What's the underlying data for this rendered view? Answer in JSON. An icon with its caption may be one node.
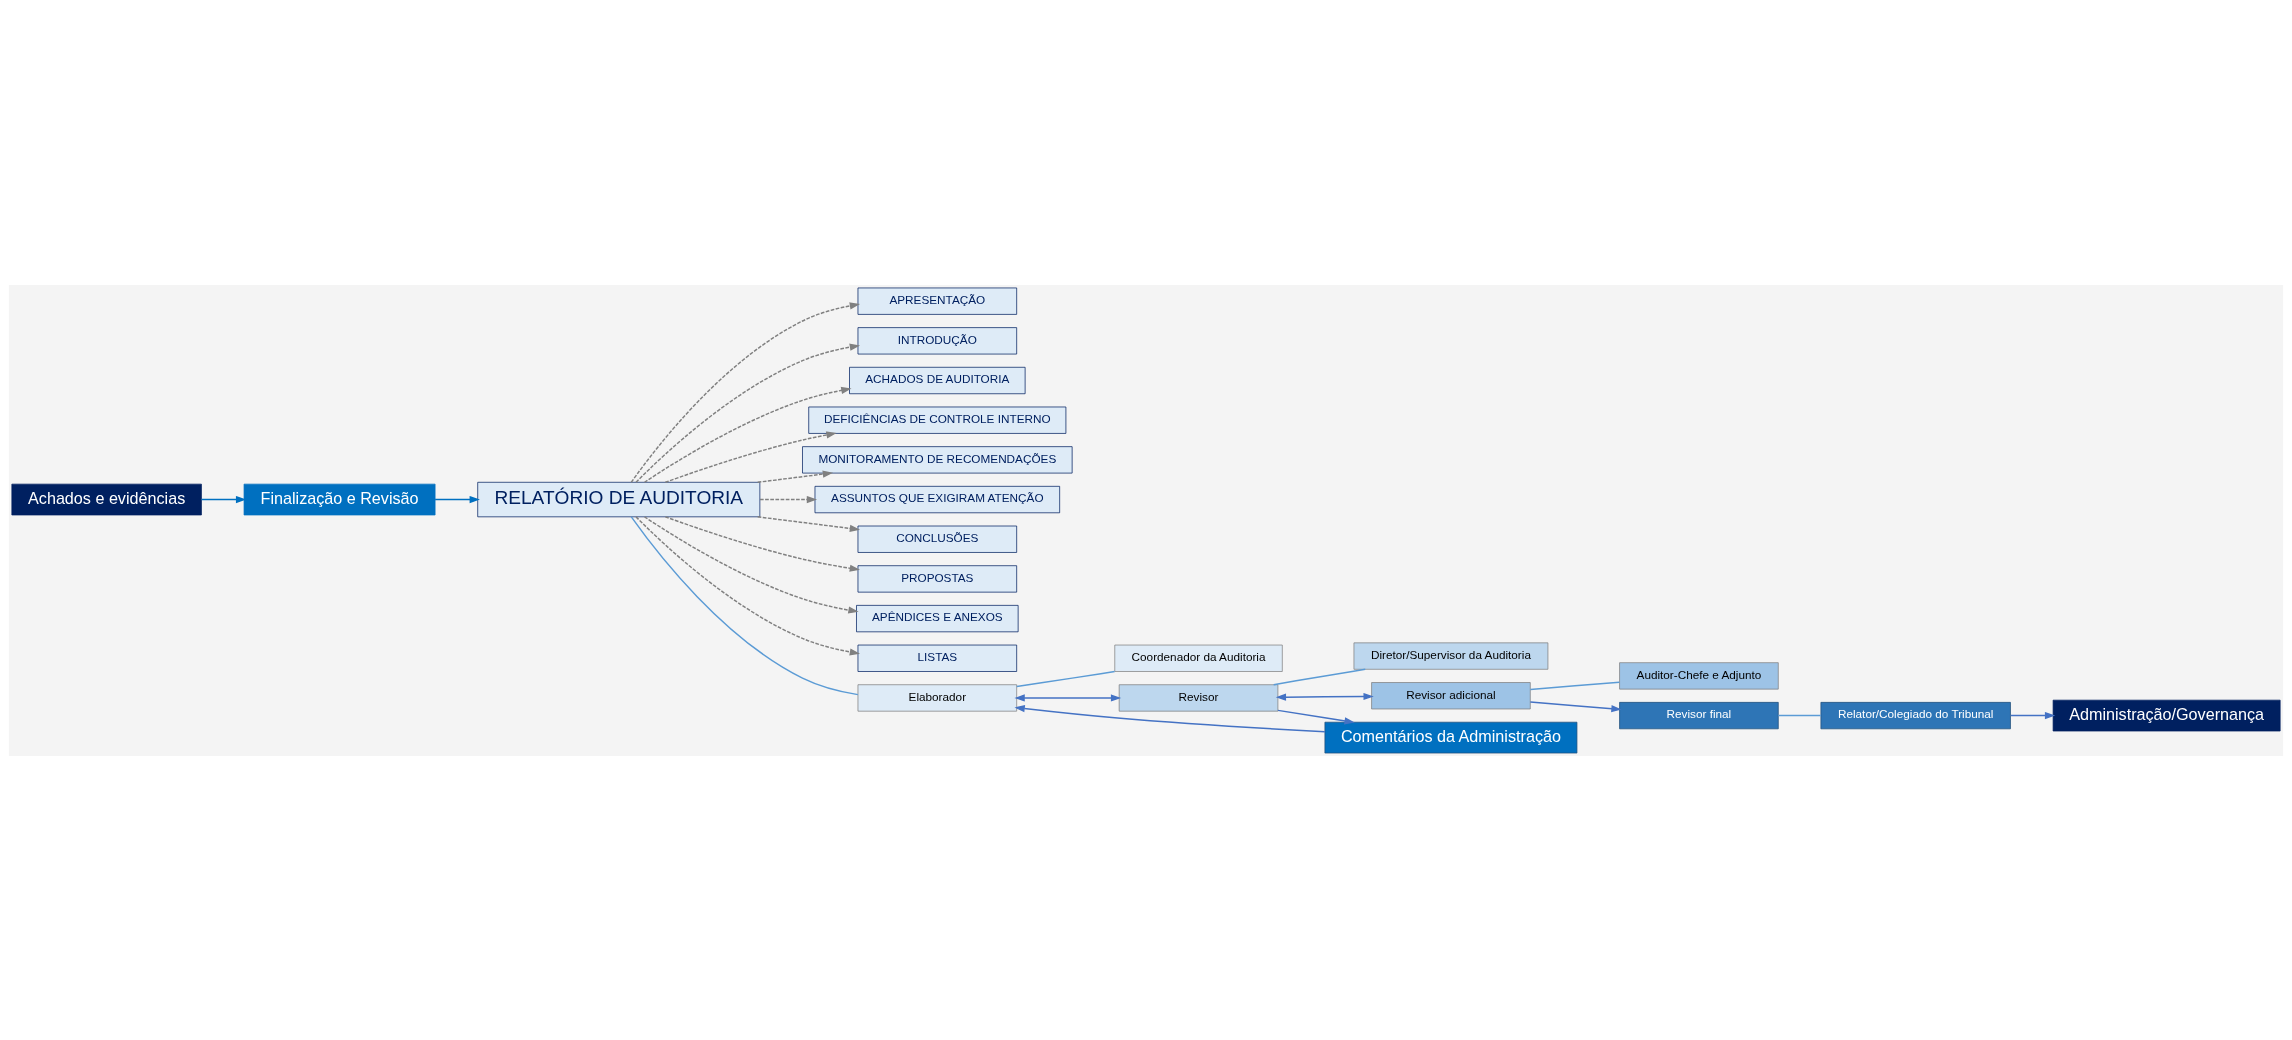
{
  "diagram": {
    "nodes": [
      {
        "text": [
          "RELATÓRIO DE AUDITORIA"
        ]
      },
      {
        "text": [
          "Finalização e Revisão"
        ]
      },
      {
        "text": [
          "Achados e evidências"
        ]
      },
      {
        "text": [
          "APRESENTAÇÃO"
        ]
      },
      {
        "text": [
          "INTRODUÇÃO"
        ]
      },
      {
        "text": [
          "ACHADOS DE AUDITORIA"
        ]
      },
      {
        "text": [
          "DEFICIÊNCIAS DE CONTROLE INTERNO"
        ]
      },
      {
        "text": [
          "MONITORAMENTO DE RECOMENDAÇÕES"
        ]
      },
      {
        "text": [
          "ASSUNTOS QUE EXIGIRAM ATENÇÃO"
        ]
      },
      {
        "text": [
          "CONCLUSÕES"
        ]
      },
      {
        "text": [
          "PROPOSTAS"
        ]
      },
      {
        "text": [
          "APÊNDICES E ANEXOS"
        ]
      },
      {
        "text": [
          "LISTAS"
        ]
      },
      {
        "text": [
          "Elaborador"
        ]
      },
      {
        "text": [
          "Coordenador da Auditoria"
        ]
      },
      {
        "text": [
          "Revisor"
        ]
      },
      {
        "text": [
          "Diretor/Supervisor da Auditoria"
        ]
      },
      {
        "text": [
          "Revisor adicional"
        ]
      },
      {
        "text": [
          "Auditor-Chefe e Adjunto"
        ]
      },
      {
        "text": [
          "Revisor final"
        ]
      },
      {
        "text": [
          "Relator/Colegiado do Tribunal"
        ]
      },
      {
        "text": [
          "Comentários da Administração"
        ]
      },
      {
        "text": [
          "Administração/Governança"
        ]
      }
    ],
    "edges": [
      {
        "from": 2,
        "to": 1,
        "arrow": "to",
        "color": "#0070c0"
      },
      {
        "from": 1,
        "to": 0,
        "arrow": "to",
        "color": "#0070c0"
      },
      {
        "from": 0,
        "to": 3,
        "arrow": "to",
        "style": "dashed"
      },
      {
        "from": 0,
        "to": 4,
        "arrow": "to",
        "style": "dashed"
      },
      {
        "from": 0,
        "to": 5,
        "arrow": "to",
        "style": "dashed"
      },
      {
        "from": 0,
        "to": 6,
        "arrow": "to",
        "style": "dashed"
      },
      {
        "from": 0,
        "to": 7,
        "arrow": "to",
        "style": "dashed"
      },
      {
        "from": 0,
        "to": 8,
        "arrow": "to",
        "style": "dashed"
      },
      {
        "from": 0,
        "to": 9,
        "arrow": "to",
        "style": "dashed"
      },
      {
        "from": 0,
        "to": 10,
        "arrow": "to",
        "style": "dashed"
      },
      {
        "from": 0,
        "to": 11,
        "arrow": "to",
        "style": "dashed"
      },
      {
        "from": 0,
        "to": 12,
        "arrow": "to",
        "style": "dashed"
      },
      {
        "from": 0,
        "to": 13,
        "arrow": "none",
        "color": "#5b9bd5"
      },
      {
        "from": 13,
        "to": 14,
        "arrow": "none",
        "color": "#5b9bd5"
      },
      {
        "from": 13,
        "to": 15,
        "arrow": "both",
        "color": "#4472c4"
      },
      {
        "from": 15,
        "to": 16,
        "arrow": "none",
        "color": "#5b9bd5"
      },
      {
        "from": 15,
        "to": 17,
        "arrow": "both",
        "color": "#4472c4"
      },
      {
        "from": 17,
        "to": 18,
        "arrow": "none",
        "color": "#5b9bd5"
      },
      {
        "from": 17,
        "to": 19,
        "arrow": "to",
        "color": "#4472c4"
      },
      {
        "from": 19,
        "to": 20,
        "arrow": "none",
        "color": "#5b9bd5"
      },
      {
        "from": 15,
        "to": 21,
        "arrow": "to",
        "color": "#4472c4"
      },
      {
        "from": 21,
        "to": 13,
        "arrow": "to",
        "color": "#4472c4"
      },
      {
        "from": 20,
        "to": 22,
        "arrow": "to",
        "color": "#4472c4"
      }
    ]
  }
}
